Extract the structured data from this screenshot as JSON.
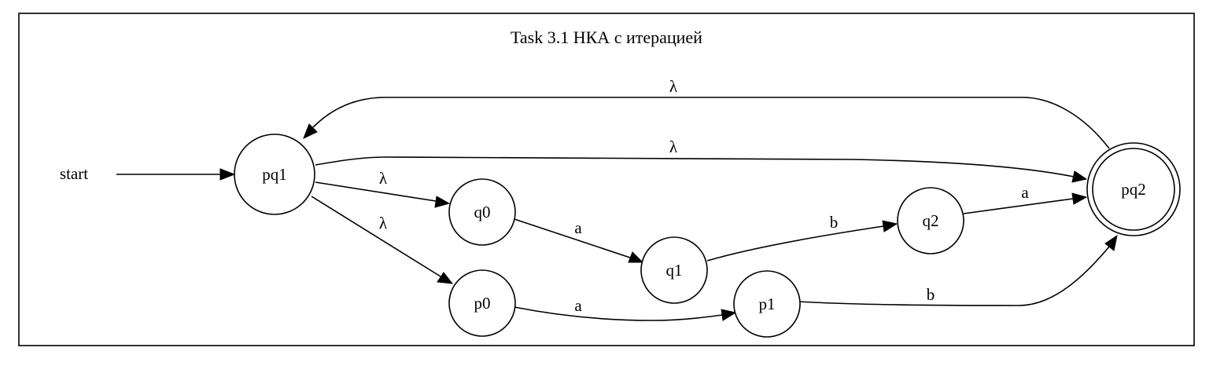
{
  "title": "Task 3.1 НКА с итерацией",
  "start_label": "start",
  "nodes": {
    "pq1": "pq1",
    "q0": "q0",
    "q1": "q1",
    "q2": "q2",
    "p0": "p0",
    "p1": "p1",
    "pq2": "pq2"
  },
  "accepting": [
    "pq2"
  ],
  "edges": [
    {
      "id": "start_to_pq1",
      "from": "start",
      "to": "pq1",
      "label": ""
    },
    {
      "id": "pq2_to_pq1",
      "from": "pq2",
      "to": "pq1",
      "label": "λ"
    },
    {
      "id": "pq1_to_pq2",
      "from": "pq1",
      "to": "pq2",
      "label": "λ"
    },
    {
      "id": "pq1_to_q0",
      "from": "pq1",
      "to": "q0",
      "label": "λ"
    },
    {
      "id": "pq1_to_p0",
      "from": "pq1",
      "to": "p0",
      "label": "λ"
    },
    {
      "id": "q0_to_q1",
      "from": "q0",
      "to": "q1",
      "label": "a"
    },
    {
      "id": "q1_to_q2",
      "from": "q1",
      "to": "q2",
      "label": "b"
    },
    {
      "id": "q2_to_pq2",
      "from": "q2",
      "to": "pq2",
      "label": "a"
    },
    {
      "id": "p0_to_p1",
      "from": "p0",
      "to": "p1",
      "label": "a"
    },
    {
      "id": "p1_to_pq2",
      "from": "p1",
      "to": "pq2",
      "label": "b"
    }
  ]
}
